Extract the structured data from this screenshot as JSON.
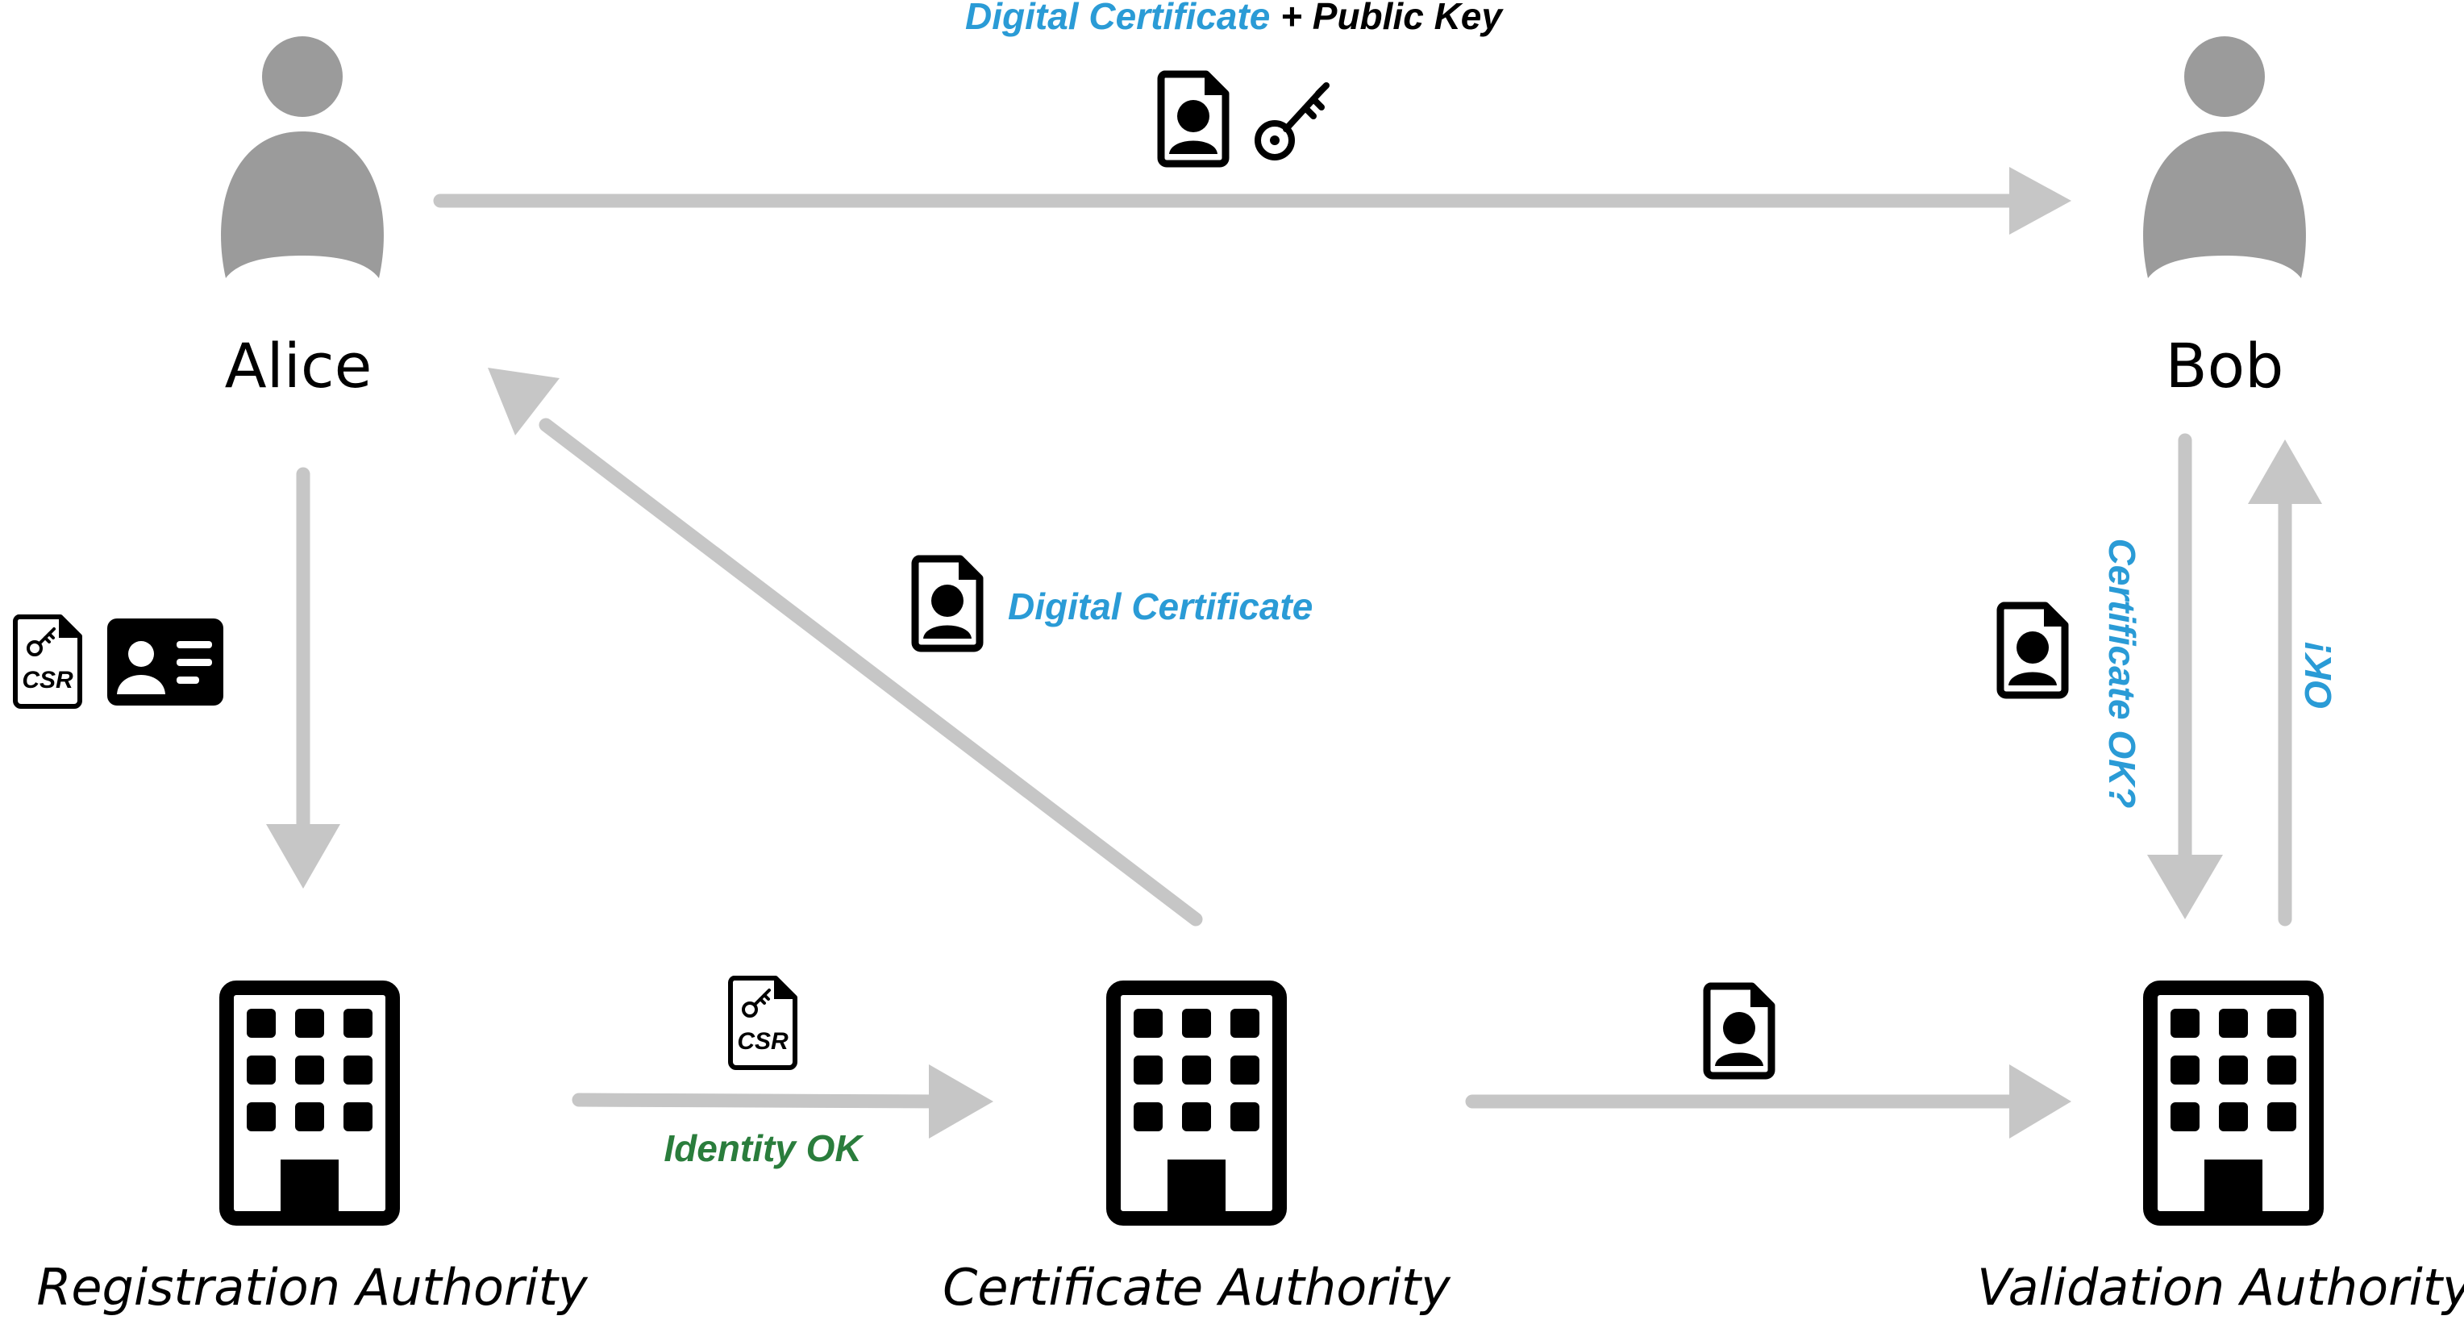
{
  "colors": {
    "arrow": "#c6c6c6",
    "person": "#9b9b9b",
    "icon": "#000000",
    "highlight_blue": "#2a9bd6",
    "highlight_green": "#2a7d3c"
  },
  "entities": {
    "alice": "Alice",
    "bob": "Bob"
  },
  "authorities": {
    "registration": "Registration Authority",
    "certificate": "Certificate Authority",
    "validation": "Validation Authority"
  },
  "labels": {
    "top_certificate": "Digital Certificate",
    "top_public_key": " + Public Key",
    "ca_to_alice": "Digital Certificate",
    "identity_ok": "Identity OK",
    "certificate_ok": "Certificate OK?",
    "ok": "OK!"
  },
  "icons": {
    "csr_text": "CSR",
    "person": "person-icon",
    "building": "building-icon",
    "certificate": "certificate-document-icon",
    "key": "key-icon",
    "csr": "csr-document-icon",
    "id_card": "id-card-icon"
  }
}
